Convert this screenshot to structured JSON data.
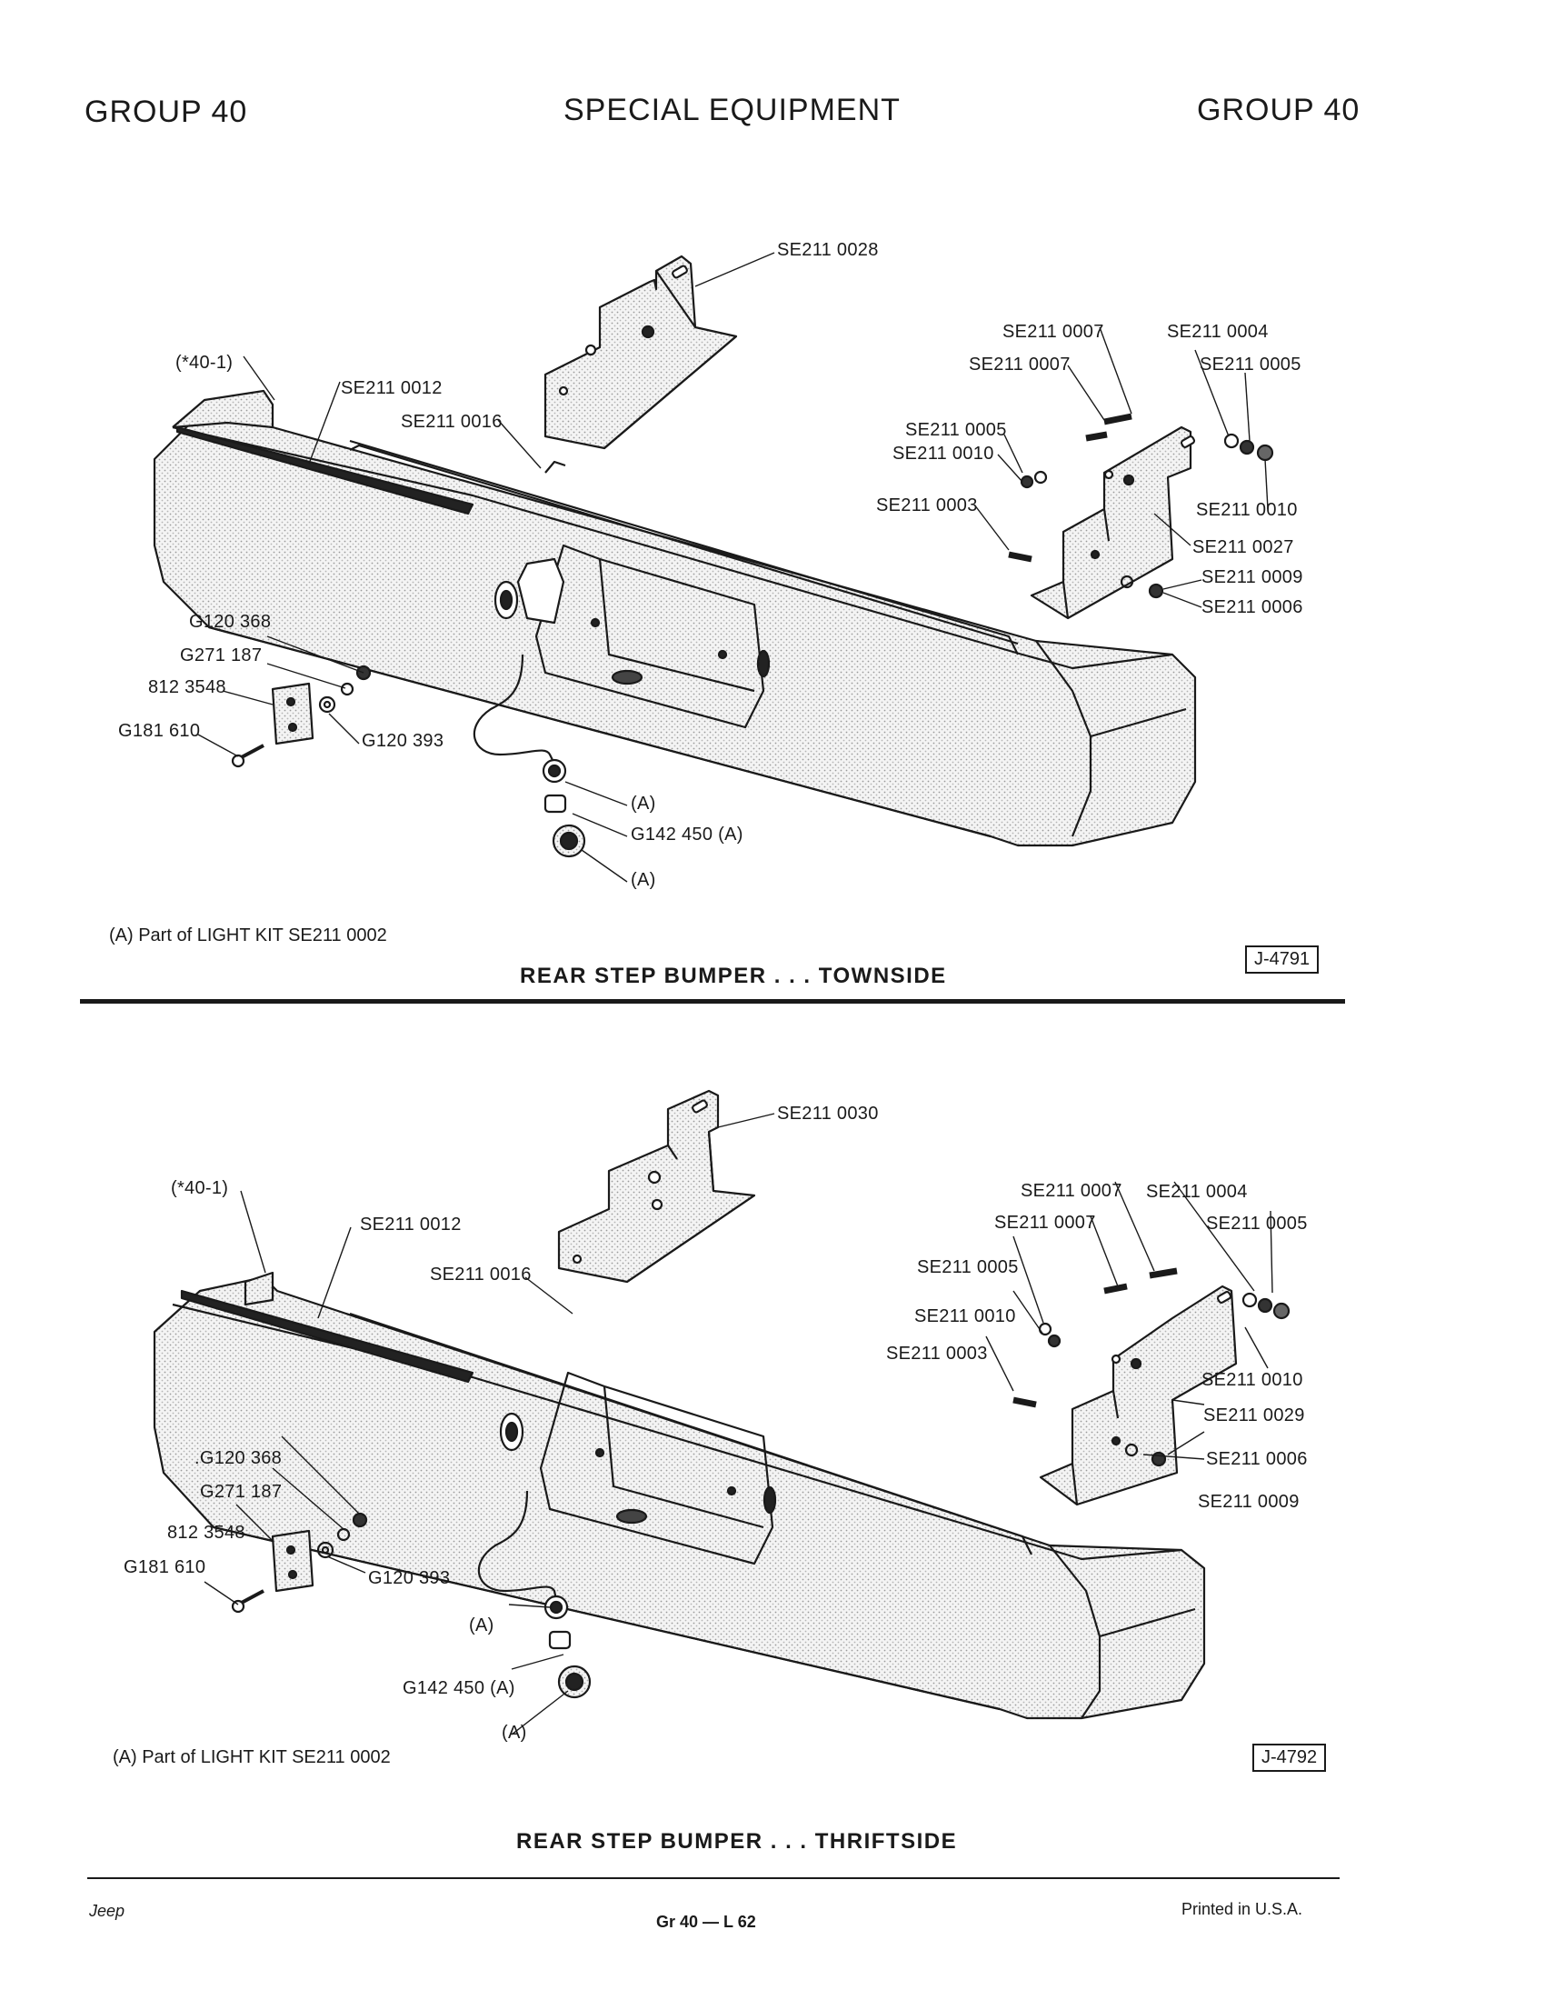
{
  "header": {
    "left": "GROUP 40",
    "center": "SPECIAL EQUIPMENT",
    "right": "GROUP 40"
  },
  "figure_top": {
    "callouts": {
      "c1": "SE211 0028",
      "c2": "(*40-1)",
      "c3": "SE211 0012",
      "c4": "SE211 0016",
      "c5": "SE211 0007",
      "c6": "SE211 0004",
      "c7": "SE211 0007",
      "c8": "SE211 0005",
      "c9": "SE211 0005",
      "c10": "SE211 0010",
      "c11": "SE211 0003",
      "c12": "SE211 0010",
      "c13": "SE211 0027",
      "c14": "SE211 0009",
      "c15": "SE211 0006",
      "c16": "G120 368",
      "c17": "G271 187",
      "c18": "812 3548",
      "c19": "G181 610",
      "c20": "G120 393",
      "c21": "(A)",
      "c22": "G142 450 (A)",
      "c23": "(A)"
    },
    "note": "(A) Part of LIGHT KIT SE211 0002",
    "ref": "J-4791",
    "caption": "REAR STEP BUMPER . . . TOWNSIDE"
  },
  "figure_bottom": {
    "callouts": {
      "c1": "SE211 0030",
      "c2": "(*40-1)",
      "c3": "SE211 0012",
      "c4": "SE211 0016",
      "c5": "SE211 0007",
      "c6": "SE211 0004",
      "c7": "SE211 0007",
      "c8": "SE211 0005",
      "c9": "SE211 0005",
      "c10": "SE211 0010",
      "c11": "SE211 0003",
      "c12": "SE211 0010",
      "c13": "SE211 0029",
      "c14": "SE211 0006",
      "c15": "SE211 0009",
      "c16": ".G120 368",
      "c17": "G271 187",
      "c18": "812 3548",
      "c19": "G181 610",
      "c20": "G120 393",
      "c21": "(A)",
      "c22": "G142 450 (A)",
      "c23": "(A)"
    },
    "note": "(A) Part of LIGHT KIT SE211 0002",
    "ref": "J-4792",
    "caption": "REAR STEP BUMPER . . . THRIFTSIDE"
  },
  "footer": {
    "left": "Jeep",
    "center": "Gr 40 — L 62",
    "right": "Printed in U.S.A."
  }
}
